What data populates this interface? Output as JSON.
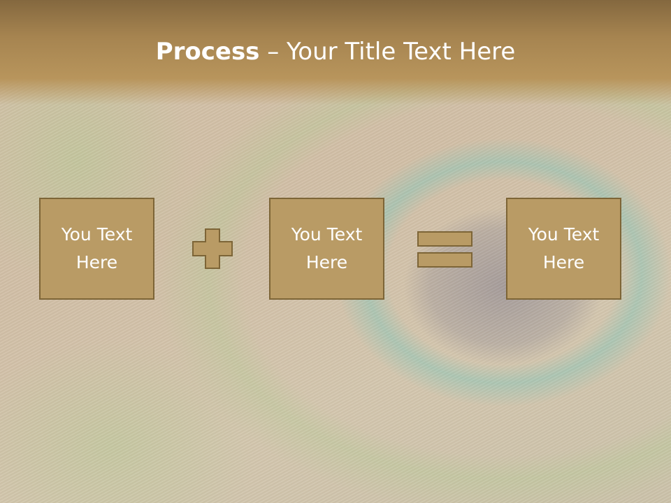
{
  "slide": {
    "title_bold": "Process",
    "title_rest": " – Your Title Text Here",
    "boxes": [
      {
        "text": "You Text\nHere"
      },
      {
        "text": "You Text\nHere"
      },
      {
        "text": "You Text\nHere"
      }
    ],
    "operators": [
      "plus-icon",
      "equals-icon"
    ],
    "colors": {
      "title_bar": "#a68450",
      "box_fill": "#b99b65",
      "box_border": "#7d6537",
      "text": "#ffffff"
    }
  }
}
